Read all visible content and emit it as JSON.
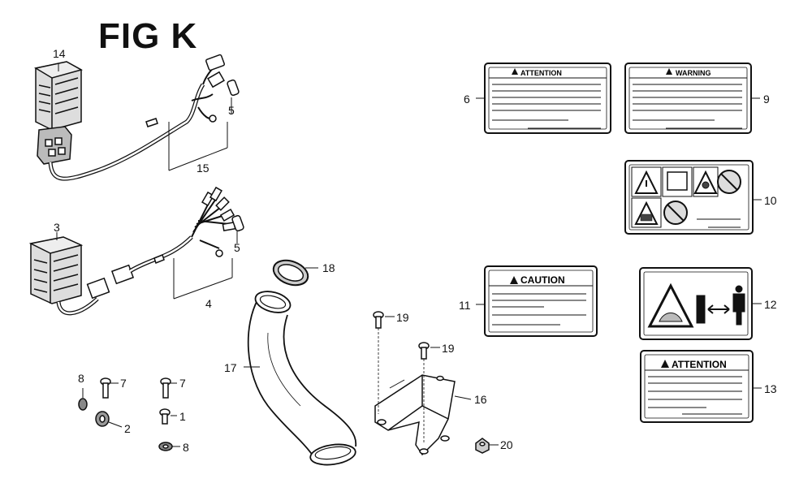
{
  "figure": {
    "title": "FIG K"
  },
  "parts": {
    "p1": "1",
    "p2": "2",
    "p3": "3",
    "p4": "4",
    "p5a": "5",
    "p5b": "5",
    "p6": "6",
    "p7a": "7",
    "p7b": "7",
    "p8a": "8",
    "p8b": "8",
    "p9": "9",
    "p10": "10",
    "p11": "11",
    "p12": "12",
    "p13": "13",
    "p14": "14",
    "p15": "15",
    "p16": "16",
    "p17": "17",
    "p18": "18",
    "p19a": "19",
    "p19b": "19",
    "p20": "20"
  },
  "labels": {
    "label6": "ATTENTION",
    "label9": "WARNING",
    "label11": "CAUTION",
    "label13": "ATTENTION"
  }
}
